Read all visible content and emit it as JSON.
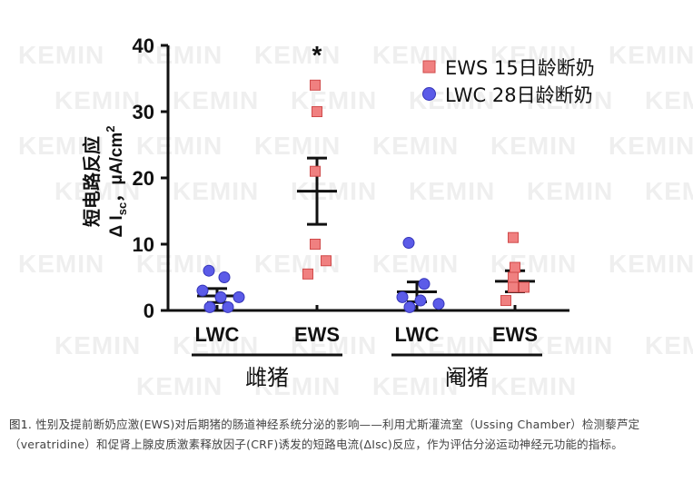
{
  "chart_data": {
    "type": "scatter",
    "title": "",
    "ylabel_line1": "短电路反应",
    "ylabel_line2_prefix": "Δ I",
    "ylabel_line2_sub": "sc",
    "ylabel_line2_suffix": "，μA/cm",
    "ylabel_line2_sup": "2",
    "ylim": [
      0,
      40
    ],
    "yticks": [
      "0",
      "10",
      "20",
      "30",
      "40"
    ],
    "legend_position": "top-right",
    "series": [
      {
        "name": "EWS 15日龄断奶",
        "marker": "square",
        "color": "#f08080"
      },
      {
        "name": "LWC 28日龄断奶",
        "marker": "circle",
        "color": "#5b5be8"
      }
    ],
    "groups": [
      {
        "label": "LWC",
        "sex_index": 0,
        "series_index": 1,
        "mean": 2.2,
        "sem_low": 1.2,
        "sem_high": 3.3,
        "points": [
          6.0,
          5.0,
          3.0,
          2.0,
          2.0,
          0.5,
          0.5
        ]
      },
      {
        "label": "EWS",
        "sex_index": 0,
        "series_index": 0,
        "mean": 18.0,
        "sem_low": 13.0,
        "sem_high": 23.0,
        "points": [
          34.0,
          30.0,
          21.0,
          10.0,
          7.5,
          5.5
        ],
        "annotation": "*"
      },
      {
        "label": "LWC",
        "sex_index": 1,
        "series_index": 1,
        "mean": 2.8,
        "sem_low": 1.3,
        "sem_high": 4.3,
        "points": [
          10.2,
          4.0,
          2.0,
          1.5,
          1.0,
          0.5
        ]
      },
      {
        "label": "EWS",
        "sex_index": 1,
        "series_index": 0,
        "mean": 4.4,
        "sem_low": 2.8,
        "sem_high": 6.0,
        "points": [
          11.0,
          6.5,
          5.0,
          3.5,
          3.5,
          1.5
        ]
      }
    ],
    "sexes": [
      "雌猪",
      "阉猪"
    ]
  },
  "watermark": "KEMIN",
  "caption": {
    "label": "图1. ",
    "text": "性别及提前断奶应激(EWS)对后期猪的肠道神经系统分泌的影响——利用尤斯灌流室（Ussing Chamber）检测藜芦定（veratridine）和促肾上腺皮质激素释放因子(CRF)诱发的短路电流(ΔIsc)反应，作为评估分泌运动神经元功能的指标。"
  },
  "colors": {
    "ews": "#f08080",
    "ews_stroke": "#d04a4a",
    "lwc": "#5b5be8",
    "lwc_stroke": "#3434b8",
    "axis": "#111111"
  }
}
